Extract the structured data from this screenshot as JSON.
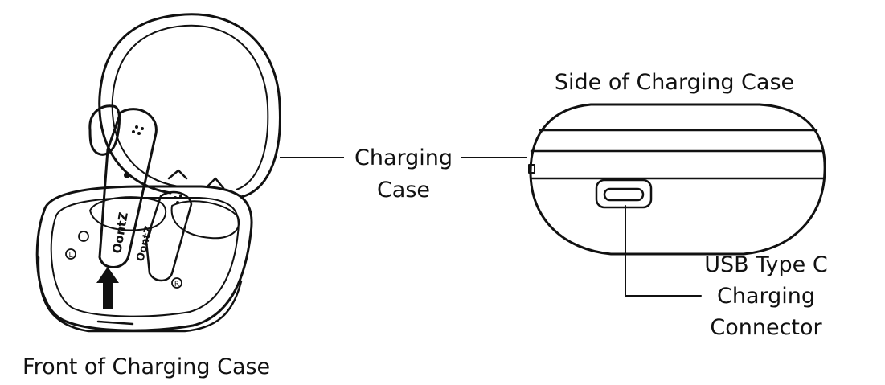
{
  "labels": {
    "front": "Front of Charging Case",
    "side": "Side of Charging Case",
    "case_line1": "Charging",
    "case_line2": "Case",
    "usb_line1": "USB Type C",
    "usb_line2": "Charging",
    "usb_line3": "Connector"
  },
  "earbud_text": {
    "left_bud": "OontZ",
    "right_bud": "OontZ",
    "left_marker": "L",
    "right_marker": "R"
  },
  "colors": {
    "ink": "#111111",
    "background": "#ffffff"
  }
}
